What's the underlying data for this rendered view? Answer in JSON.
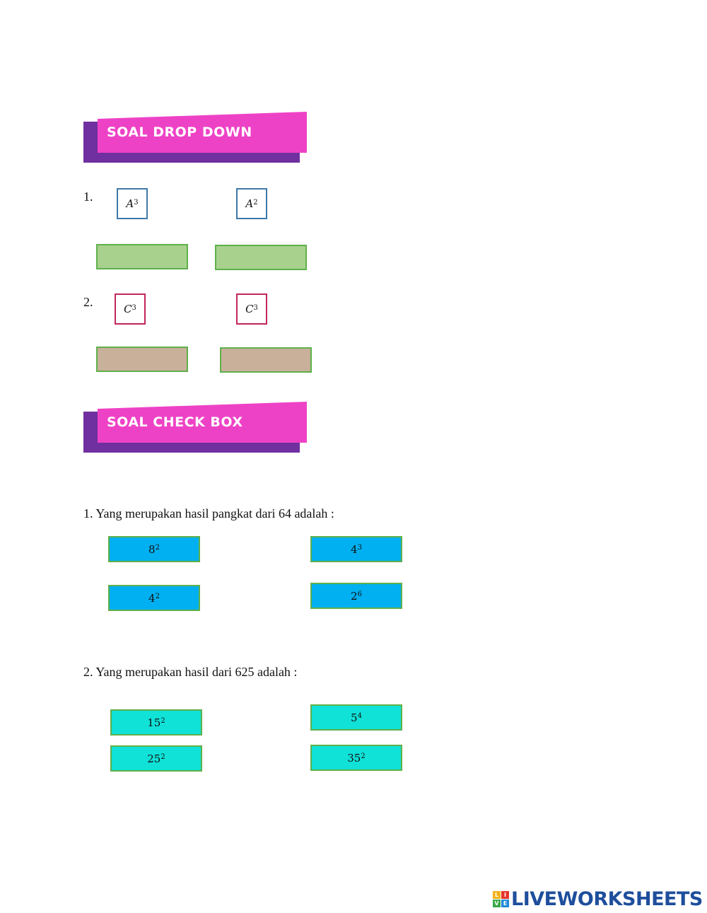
{
  "sections": {
    "dropdown": {
      "title": "SOAL DROP DOWN"
    },
    "checkbox": {
      "title": "SOAL CHECK BOX"
    }
  },
  "dropdown_questions": [
    {
      "number": "1.",
      "items": [
        {
          "base": "A",
          "exp": "3"
        },
        {
          "base": "A",
          "exp": "2"
        }
      ]
    },
    {
      "number": "2.",
      "items": [
        {
          "base": "C",
          "exp": "3"
        },
        {
          "base": "C",
          "exp": "3"
        }
      ]
    }
  ],
  "checkbox_questions": [
    {
      "text": "1. Yang merupakan hasil pangkat dari 64 adalah  :",
      "options": [
        {
          "base": "8",
          "exp": "2"
        },
        {
          "base": "4",
          "exp": "3"
        },
        {
          "base": "4",
          "exp": "2"
        },
        {
          "base": "2",
          "exp": "6"
        }
      ]
    },
    {
      "text": "2. Yang merupakan hasil dari 625 adalah :",
      "options": [
        {
          "base": "15",
          "exp": "2"
        },
        {
          "base": "5",
          "exp": "4"
        },
        {
          "base": "25",
          "exp": "2"
        },
        {
          "base": "35",
          "exp": "2"
        }
      ]
    }
  ],
  "brand": {
    "text": "LIVEWORKSHEETS",
    "mark_letters": [
      "L",
      "I",
      "V",
      "E"
    ],
    "mark_colors": [
      "#f2b21b",
      "#e5342c",
      "#3aa84a",
      "#1e88d6"
    ],
    "text_color": "#1e4e9c"
  }
}
